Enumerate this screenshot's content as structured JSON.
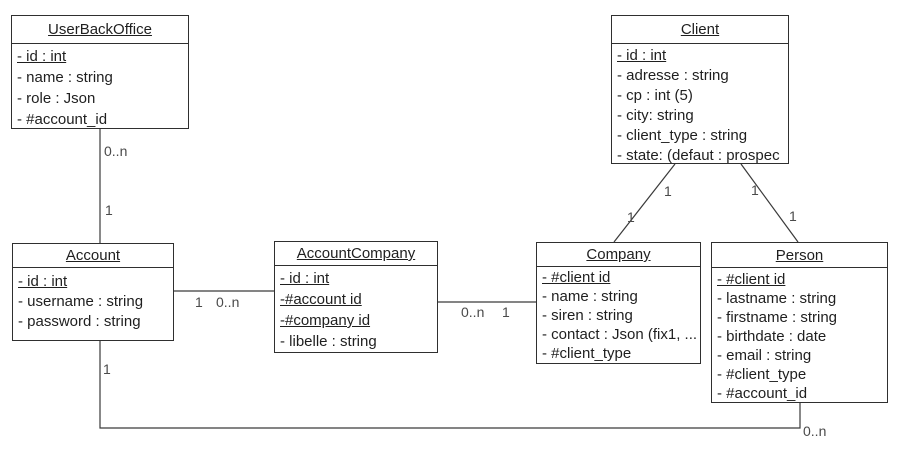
{
  "diagram": {
    "type": "uml-class-diagram",
    "colors": {
      "background": "#ffffff",
      "border": "#2f2f2f",
      "line": "#3a3a3a",
      "text": "#1f1f1f",
      "multiplicity_text": "#4a4a4a"
    },
    "entities": {
      "user_back_office": {
        "title": "UserBackOffice",
        "attrs": [
          "- id : int",
          "- name : string",
          "- role : Json",
          "- #account_id"
        ]
      },
      "client": {
        "title": "Client",
        "attrs": [
          "- id : int",
          "- adresse : string",
          "- cp : int (5)",
          "- city: string",
          "- client_type : string",
          "- state: (defaut : prospec"
        ]
      },
      "account": {
        "title": "Account",
        "attrs": [
          "- id : int",
          "- username : string",
          "- password : string"
        ]
      },
      "account_company": {
        "title": "AccountCompany",
        "attrs": [
          "- id : int",
          "-#account id",
          "-#company id",
          "- libelle : string"
        ]
      },
      "company": {
        "title": "Company",
        "attrs": [
          "- #client id",
          "- name : string",
          "- siren : string",
          "- contact : Json (fix1, ...",
          "- #client_type"
        ]
      },
      "person": {
        "title": "Person",
        "attrs": [
          "- #client id",
          "- lastname : string",
          "- firstname : string",
          "- birthdate : date",
          "- email : string",
          "- #client_type",
          "- #account_id"
        ]
      }
    },
    "relations": [
      {
        "from": "UserBackOffice",
        "to": "Account",
        "from_mult": "0..n",
        "to_mult": "1"
      },
      {
        "from": "Account",
        "to": "AccountCompany",
        "from_mult": "1",
        "to_mult": "0..n"
      },
      {
        "from": "AccountCompany",
        "to": "Company",
        "from_mult": "0..n",
        "to_mult": "1"
      },
      {
        "from": "Client",
        "to": "Company",
        "from_mult": "1",
        "to_mult": "1"
      },
      {
        "from": "Client",
        "to": "Person",
        "from_mult": "1",
        "to_mult": "1"
      },
      {
        "from": "Account",
        "to": "Person",
        "from_mult": "1",
        "to_mult": "0..n"
      }
    ],
    "multiplicities": {
      "ubo_account_near_ubo": "0..n",
      "ubo_account_near_account": "1",
      "account_ac_near_account": "1",
      "account_ac_near_ac": "0..n",
      "ac_company_near_ac": "0..n",
      "ac_company_near_company": "1",
      "client_company_near_client": "1",
      "client_company_near_company": "1",
      "client_person_near_client": "1",
      "client_person_near_person": "1",
      "account_person_near_account": "1",
      "account_person_near_person": "0..n"
    }
  }
}
